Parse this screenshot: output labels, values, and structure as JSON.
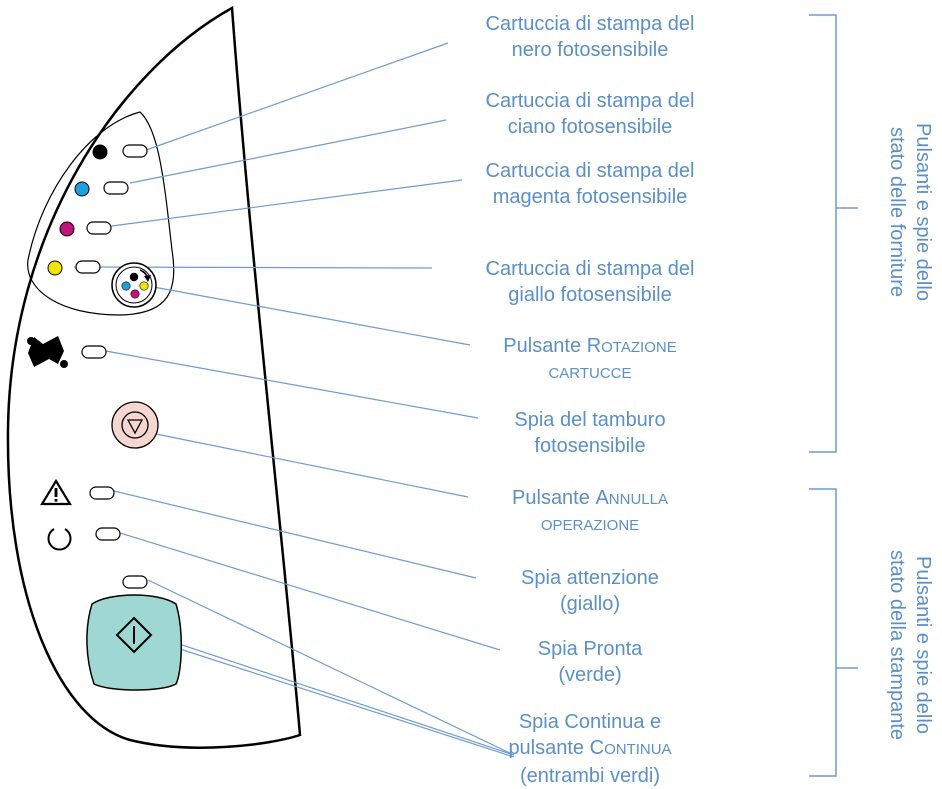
{
  "callouts": {
    "black": {
      "line1": "Cartuccia di stampa del",
      "line2": "nero fotosensibile"
    },
    "cyan": {
      "line1": "Cartuccia di stampa del",
      "line2": "ciano fotosensibile"
    },
    "magenta": {
      "line1": "Cartuccia di stampa del",
      "line2": "magenta fotosensibile"
    },
    "yellow": {
      "line1": "Cartuccia di stampa del",
      "line2": "giallo fotosensibile"
    },
    "rotate": {
      "word": "Pulsante",
      "cap1": "R",
      "small1": "OTAZIONE",
      "small2": "CARTUCCE"
    },
    "drum": {
      "line1": "Spia del tamburo",
      "line2": "fotosensibile"
    },
    "cancel": {
      "word": "Pulsante",
      "cap1": "A",
      "small1": "NNULLA",
      "small2": "OPERAZIONE"
    },
    "attention": {
      "line1": "Spia attenzione",
      "line2": "(giallo)"
    },
    "ready": {
      "line1": "Spia Pronta",
      "line2": "(verde)"
    },
    "go": {
      "line1": "Spia Continua e",
      "prefix": "pulsante ",
      "cap1": "C",
      "small1": "ONTINUA",
      "line3": "(entrambi verdi)"
    }
  },
  "groups": {
    "supplies": {
      "line1": "Pulsanti e spie dello",
      "line2": "stato delle forniture"
    },
    "printer": {
      "line1": "Pulsanti e spie dello",
      "line2": "stato della stampante"
    }
  },
  "colors": {
    "callout_text": "#5b8fc7",
    "leader_line": "#6f9bd0",
    "black_toner": "#000000",
    "cyan_toner": "#1ea0dc",
    "magenta_toner": "#c0147c",
    "yellow_toner": "#f2e600",
    "go_button": "#9fd8d2",
    "cancel_button": "#f6d6d0"
  }
}
